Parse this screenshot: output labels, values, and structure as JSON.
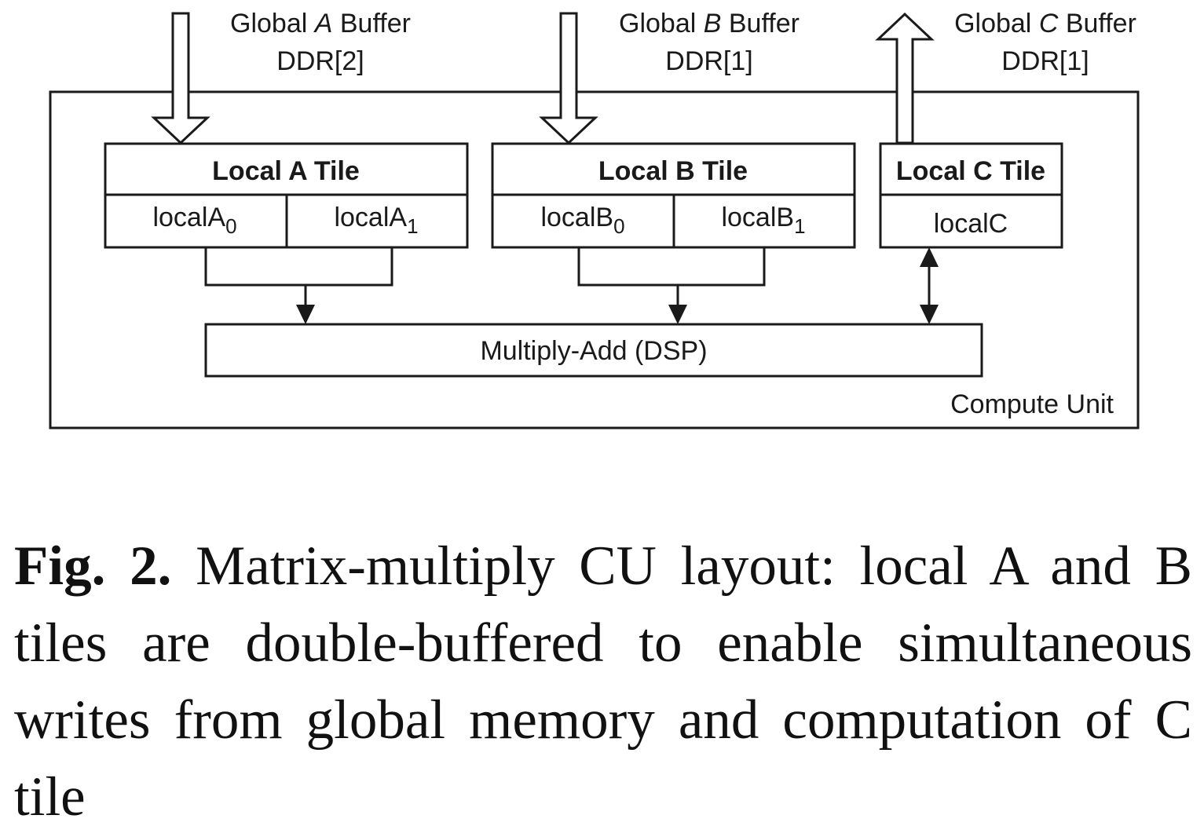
{
  "figure": {
    "inputs": [
      {
        "prefix": "Global ",
        "letter": "A",
        "suffix": " Buffer",
        "mem": "DDR[2]"
      },
      {
        "prefix": "Global ",
        "letter": "B",
        "suffix": " Buffer",
        "mem": "DDR[1]"
      },
      {
        "prefix": "Global ",
        "letter": "C",
        "suffix": " Buffer",
        "mem": "DDR[1]"
      }
    ],
    "tiles": [
      {
        "title": "Local A Tile",
        "bufs": [
          {
            "base": "localA",
            "sub": "0"
          },
          {
            "base": "localA",
            "sub": "1"
          }
        ]
      },
      {
        "title": "Local B Tile",
        "bufs": [
          {
            "base": "localB",
            "sub": "0"
          },
          {
            "base": "localB",
            "sub": "1"
          }
        ]
      },
      {
        "title": "Local C Tile",
        "buf": "localC"
      }
    ],
    "dsp_label": "Multiply-Add (DSP)",
    "cu_label": "Compute Unit"
  },
  "caption": {
    "label": "Fig. 2.",
    "text": "Matrix-multiply CU layout: local A and B tiles are double-buffered to enable simultaneous writes from global memory and computation of C tile"
  }
}
